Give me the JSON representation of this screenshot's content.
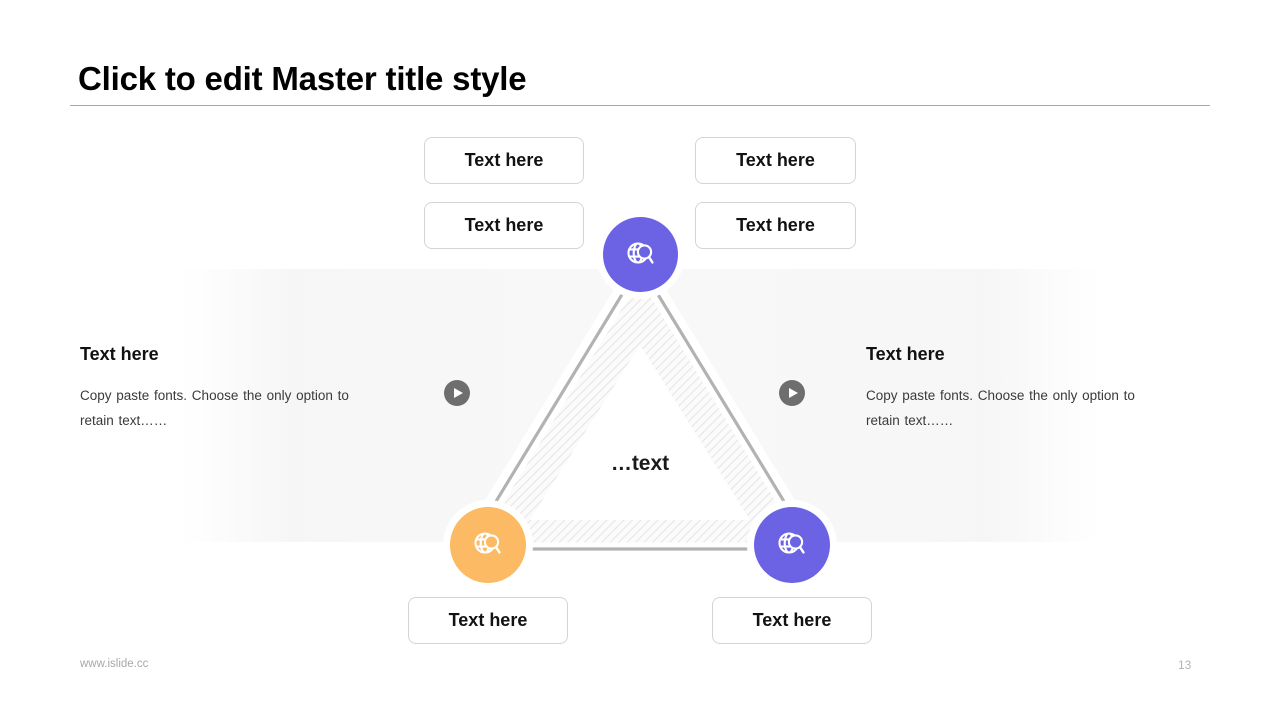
{
  "slide": {
    "title": "Click to edit Master title style",
    "center_label": "…text"
  },
  "colors": {
    "accent_purple": "#6B63E4",
    "accent_orange": "#FBBA63",
    "rule_gray": "#a6a6a6",
    "triangle_stroke": "#b2b2b2",
    "play_gray": "#6e6e6e"
  },
  "label_boxes": [
    {
      "id": "box-tl",
      "label": "Text here"
    },
    {
      "id": "box-tr",
      "label": "Text here"
    },
    {
      "id": "box-ml",
      "label": "Text here"
    },
    {
      "id": "box-mr",
      "label": "Text here"
    },
    {
      "id": "box-bl",
      "label": "Text here"
    },
    {
      "id": "box-br",
      "label": "Text here"
    }
  ],
  "side_blocks": [
    {
      "heading": "Text here",
      "body": "Copy paste fonts. Choose the only option to retain text……"
    },
    {
      "heading": "Text here",
      "body": "Copy paste fonts. Choose the only option to retain text……"
    }
  ],
  "nodes": [
    {
      "position": "top",
      "color": "#6B63E4",
      "icon": "globe-search-icon"
    },
    {
      "position": "left",
      "color": "#FBBA63",
      "icon": "globe-search-icon"
    },
    {
      "position": "right",
      "color": "#6B63E4",
      "icon": "globe-search-icon"
    }
  ],
  "play_buttons": [
    {
      "position": "left",
      "icon": "play-icon"
    },
    {
      "position": "right",
      "icon": "play-icon"
    }
  ],
  "footer": {
    "url": "www.islide.cc",
    "page_number": "13"
  }
}
